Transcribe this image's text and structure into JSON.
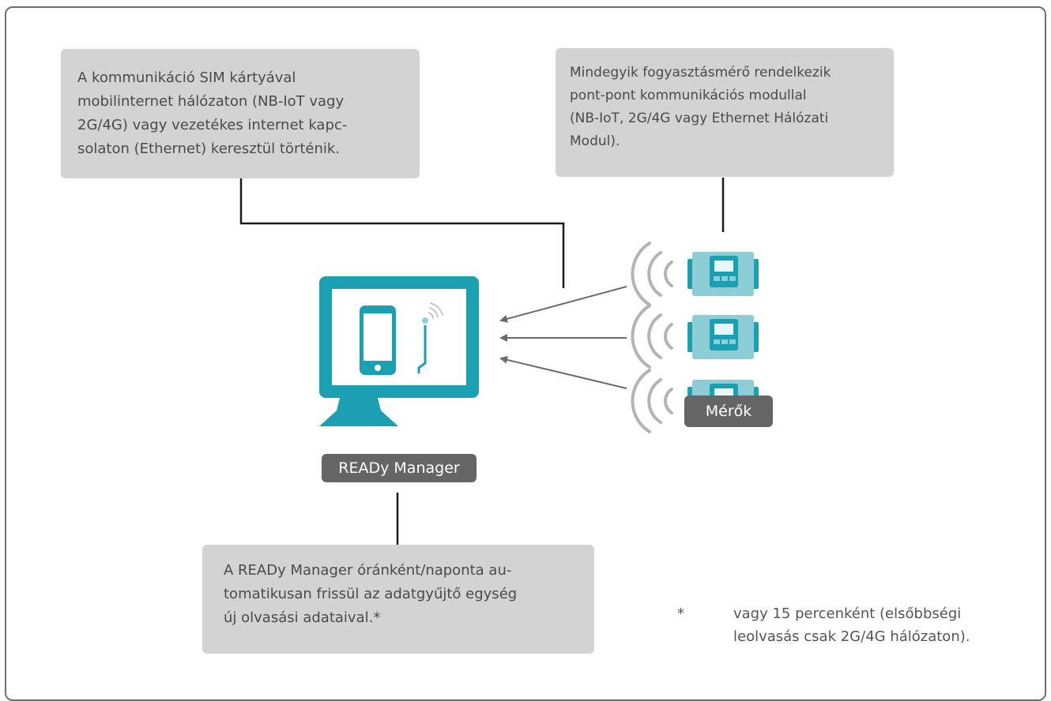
{
  "notes": {
    "communication": {
      "lines": [
        "A kommunikáció SIM kártyával",
        "mobilinternet hálózaton (NB-IoT vagy",
        "2G/4G) vagy vezetékes internet kapc-",
        "solaton (Ethernet) keresztül történik."
      ]
    },
    "meter_module": {
      "lines": [
        "Mindegyik fogyasztásmérő rendelkezik",
        "pont-pont kommunikációs modullal",
        "(NB-IoT, 2G/4G vagy Ethernet Hálózati",
        "Modul)."
      ]
    },
    "manager_update": {
      "lines": [
        "A READy Manager óránként/naponta au-",
        "tomatikusan frissül az adatgyűjtő egység",
        "új olvasási adataival.*"
      ]
    }
  },
  "labels": {
    "manager": "READy Manager",
    "meters": "Mérők"
  },
  "footnote": {
    "marker": "*",
    "lines": [
      "vagy 15 percenként (elsőbbségi",
      "leolvasás csak 2G/4G hálózaton)."
    ]
  },
  "icons": {
    "monitor": "monitor-icon",
    "phone": "smartphone-icon",
    "antenna": "antenna-icon",
    "meter": "meter-icon",
    "signal": "wireless-signal-icon"
  },
  "colors": {
    "accent": "#1ba0b2",
    "meter_body": "#8dcdd5",
    "note_bg": "#d3d3d3",
    "pill_bg": "#656565",
    "signal": "#b4b4b4",
    "line": "#1a1a1a",
    "arrow": "#6a6a6a"
  }
}
